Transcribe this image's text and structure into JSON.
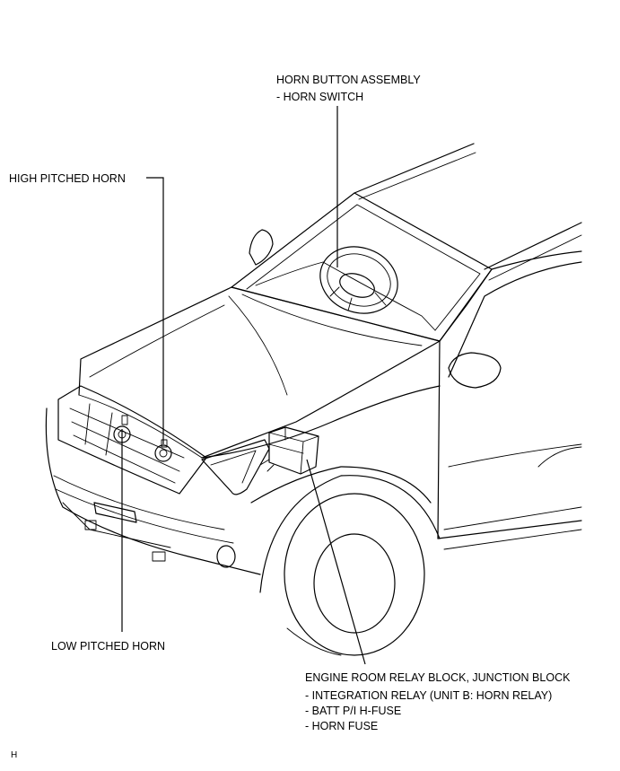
{
  "labels": {
    "horn_button": {
      "line1": "HORN BUTTON ASSEMBLY",
      "line2": "- HORN SWITCH"
    },
    "high_pitched": "HIGH PITCHED HORN",
    "low_pitched": "LOW PITCHED HORN",
    "relay_block": {
      "title": "ENGINE ROOM RELAY BLOCK, JUNCTION BLOCK",
      "items": [
        "- INTEGRATION RELAY (UNIT B: HORN RELAY)",
        "- BATT P/I H-FUSE",
        "- HORN FUSE"
      ]
    },
    "corner_code": "H"
  }
}
